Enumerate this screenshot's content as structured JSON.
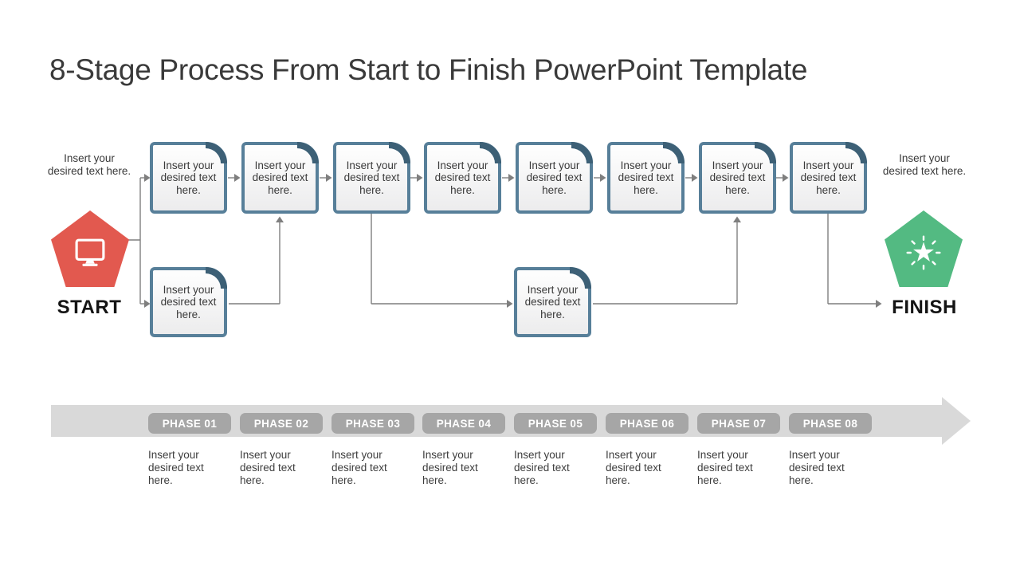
{
  "slide": {
    "title": "8-Stage Process From Start to Finish PowerPoint Template"
  },
  "start": {
    "label": "START",
    "caption": "Insert your desired text here.",
    "icon": "monitor-icon",
    "color": "#E2594F"
  },
  "finish": {
    "label": "FINISH",
    "caption": "Insert your desired text here.",
    "icon": "sparkle-star-icon",
    "color": "#53BA82"
  },
  "process": {
    "steps": [
      {
        "text": "Insert your desired text here."
      },
      {
        "text": "Insert your desired text here."
      },
      {
        "text": "Insert your desired text here."
      },
      {
        "text": "Insert your desired text here."
      },
      {
        "text": "Insert your desired text here."
      },
      {
        "text": "Insert your desired text here."
      },
      {
        "text": "Insert your desired text here."
      },
      {
        "text": "Insert your desired text here."
      }
    ],
    "branches": [
      {
        "text": "Insert your desired text here."
      },
      {
        "text": "Insert your desired text here."
      }
    ]
  },
  "timeline": {
    "phases": [
      {
        "label": "PHASE 01",
        "caption": "Insert your desired text here."
      },
      {
        "label": "PHASE 02",
        "caption": "Insert your desired text here."
      },
      {
        "label": "PHASE 03",
        "caption": "Insert your desired text here."
      },
      {
        "label": "PHASE 04",
        "caption": "Insert your desired text here."
      },
      {
        "label": "PHASE 05",
        "caption": "Insert your desired text here."
      },
      {
        "label": "PHASE 06",
        "caption": "Insert your desired text here."
      },
      {
        "label": "PHASE 07",
        "caption": "Insert your desired text here."
      },
      {
        "label": "PHASE 08",
        "caption": "Insert your desired text here."
      }
    ]
  },
  "colors": {
    "box_border": "#577F99",
    "box_corner_fold": "#3D6076",
    "connector_gray": "#7F7F7F",
    "band_gray": "#D9D9D9",
    "badge_gray": "#A6A6A6",
    "title_text": "#3A3A3A"
  }
}
